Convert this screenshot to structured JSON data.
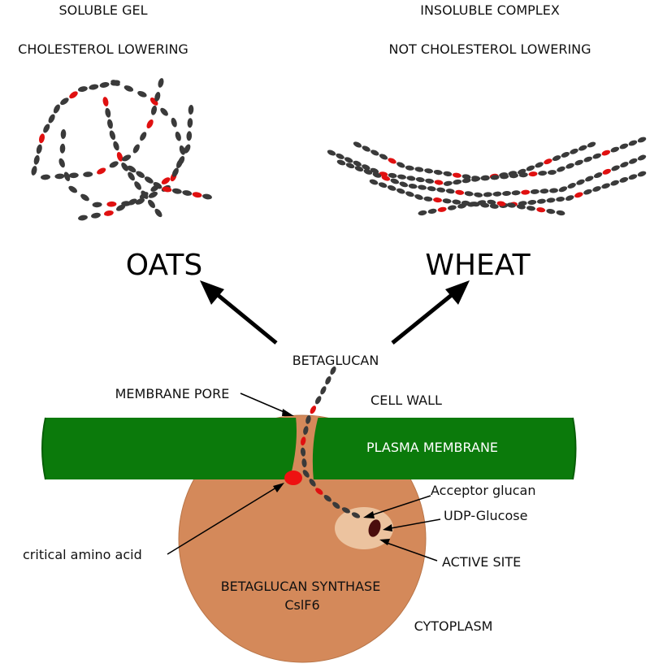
{
  "labels": {
    "soluble_gel": "SOLUBLE GEL",
    "cholesterol_lowering": "CHOLESTEROL LOWERING",
    "insoluble_complex": "INSOLUBLE  COMPLEX",
    "not_cholesterol_lowering": "NOT CHOLESTEROL LOWERING",
    "oats": "OATS",
    "wheat": "WHEAT",
    "betaglucan": "BETAGLUCAN",
    "membrane_pore": "MEMBRANE PORE",
    "cell_wall": "CELL WALL",
    "plasma_membrane": "PLASMA MEMBRANE",
    "acceptor_glucan": "Acceptor glucan",
    "udp_glucose": "UDP-Glucose",
    "critical_amino_acid": "critical amino acid",
    "active_site": "ACTIVE SITE",
    "synthase_name": "BETAGLUCAN SYNTHASE",
    "synthase_gene": "CslF6",
    "cytoplasm": "CYTOPLASM"
  },
  "colors": {
    "membrane": "#0b7a0b",
    "membrane_edge": "#075e07",
    "synthase": "#d4895a",
    "active_site": "#ecc39f",
    "bead_dark": "#3a3a3a",
    "bead_red": "#e01010",
    "amino_acid": "#ee1111",
    "udp_glucose": "#4a0d0d"
  }
}
